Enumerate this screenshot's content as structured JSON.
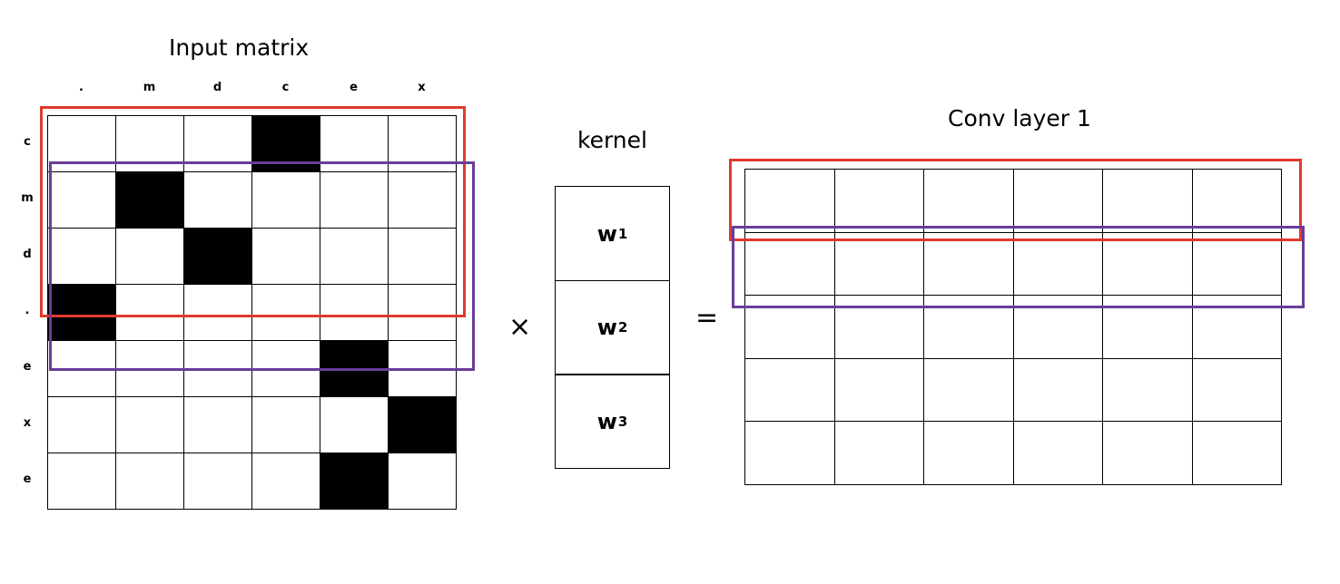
{
  "input_matrix": {
    "title": "Input matrix",
    "col_labels": [
      ".",
      "m",
      "d",
      "c",
      "e",
      "x"
    ],
    "row_labels": [
      "c",
      "m",
      "d",
      ".",
      "e",
      "x",
      "e"
    ],
    "filled": [
      [
        0,
        0,
        0,
        1,
        0,
        0
      ],
      [
        0,
        1,
        0,
        0,
        0,
        0
      ],
      [
        0,
        0,
        1,
        0,
        0,
        0
      ],
      [
        1,
        0,
        0,
        0,
        0,
        0
      ],
      [
        0,
        0,
        0,
        0,
        1,
        0
      ],
      [
        0,
        0,
        0,
        0,
        0,
        1
      ],
      [
        0,
        0,
        0,
        0,
        1,
        0
      ]
    ]
  },
  "operators": {
    "times": "×",
    "equals": "="
  },
  "kernel": {
    "title": "kernel",
    "weights": [
      {
        "base": "w",
        "sub": "1"
      },
      {
        "base": "w",
        "sub": "2"
      },
      {
        "base": "w",
        "sub": "3"
      }
    ]
  },
  "conv_layer": {
    "title": "Conv layer 1",
    "rows": 5,
    "cols": 6
  },
  "highlight_colors": {
    "first_window": "#e03a2e",
    "second_window": "#6a3d9a"
  }
}
